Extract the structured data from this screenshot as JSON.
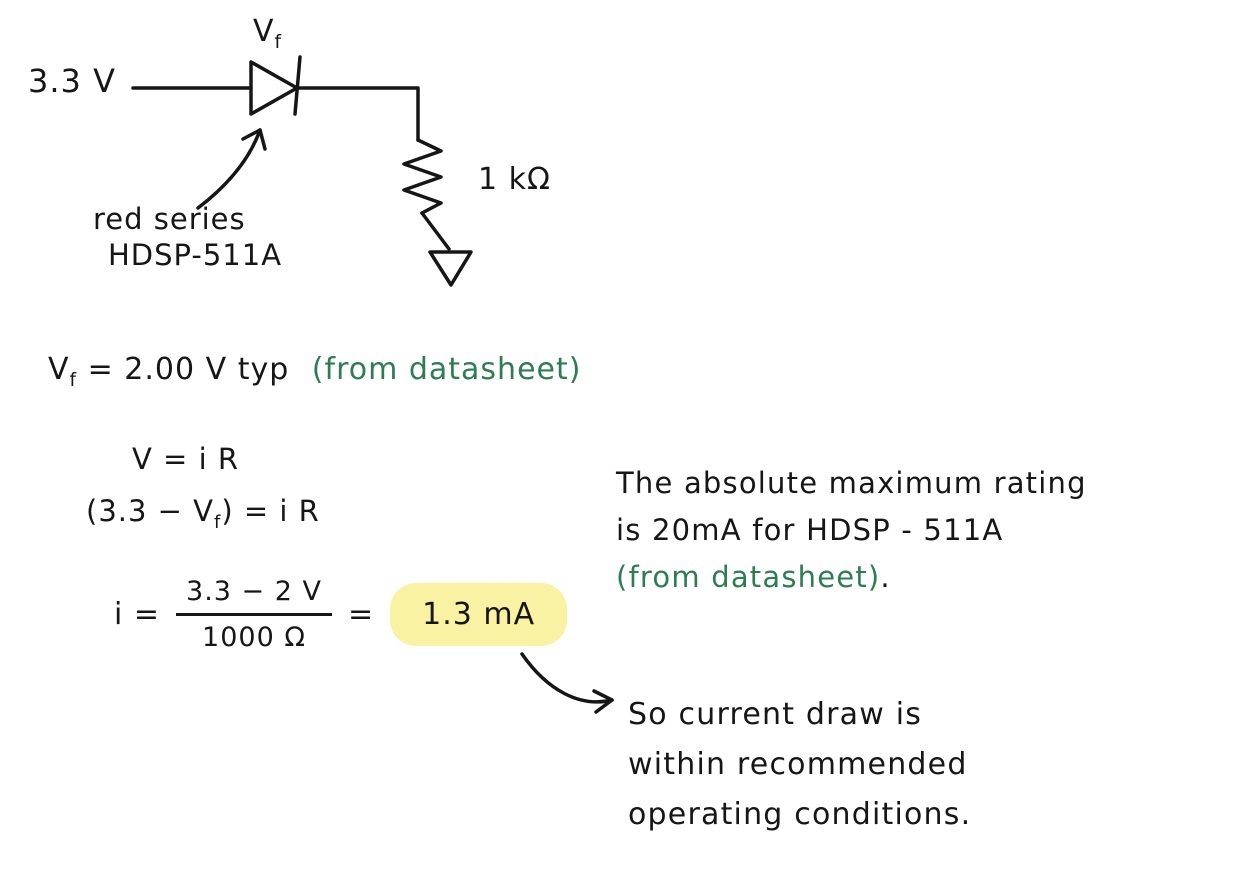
{
  "colors": {
    "ink": "#161616",
    "green": "#2e7d52",
    "highlight": "#f8f2a2"
  },
  "circuit": {
    "supply_label": "3.3 V",
    "vf_v": "V",
    "vf_sub": "f",
    "resistor_label": "1 kΩ",
    "annotation_line1": "red series",
    "annotation_line2": "HDSP-511A"
  },
  "vf_note": {
    "v": "V",
    "sub": "f",
    "rest": "= 2.00 V typ",
    "green": "(from datasheet)"
  },
  "derivation": {
    "line1": "V = i R",
    "line2_open": "(3.3 − V",
    "line2_sub": "f",
    "line2_close": ") = i R",
    "i_equals": "i =",
    "numerator": "3.3 − 2 V",
    "denominator": "1000 Ω",
    "equals": "=",
    "result": "1.3 mA"
  },
  "max_rating_note": {
    "line1": "The absolute maximum rating",
    "line2": "is 20mA for HDSP - 511A",
    "line3_green": "(from datasheet)",
    "line3_end": "."
  },
  "conclusion": {
    "line1": "So current draw is",
    "line2": "within recommended",
    "line3": "operating conditions."
  }
}
